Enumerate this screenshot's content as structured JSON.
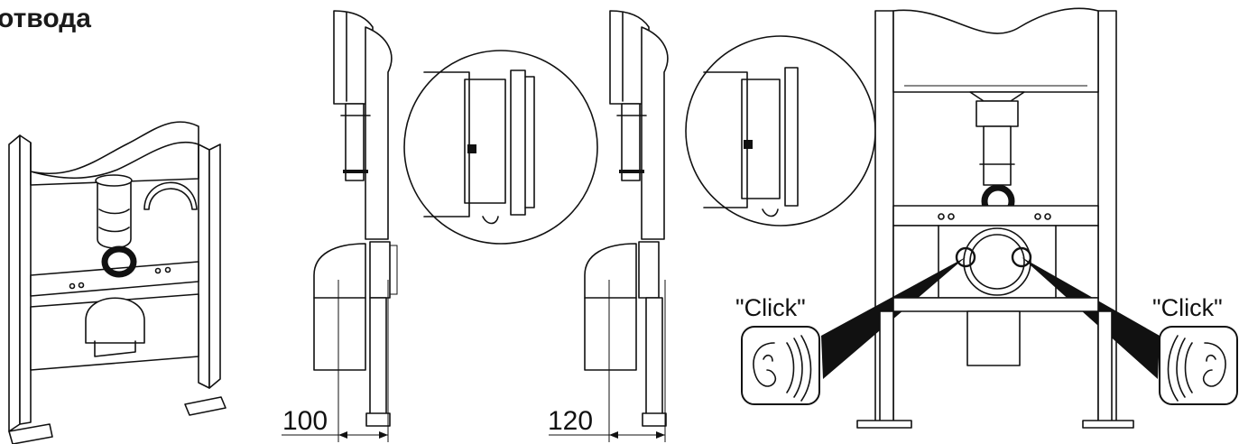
{
  "heading": "отвода",
  "dimensions": {
    "first": "100",
    "second": "120"
  },
  "labels": {
    "click_left": "\"Click\"",
    "click_right": "\"Click\""
  },
  "icons": {
    "ear": "ear-icon",
    "sound": "sound-wave-icon"
  },
  "colors": {
    "line": "#111111",
    "background": "#ffffff"
  }
}
